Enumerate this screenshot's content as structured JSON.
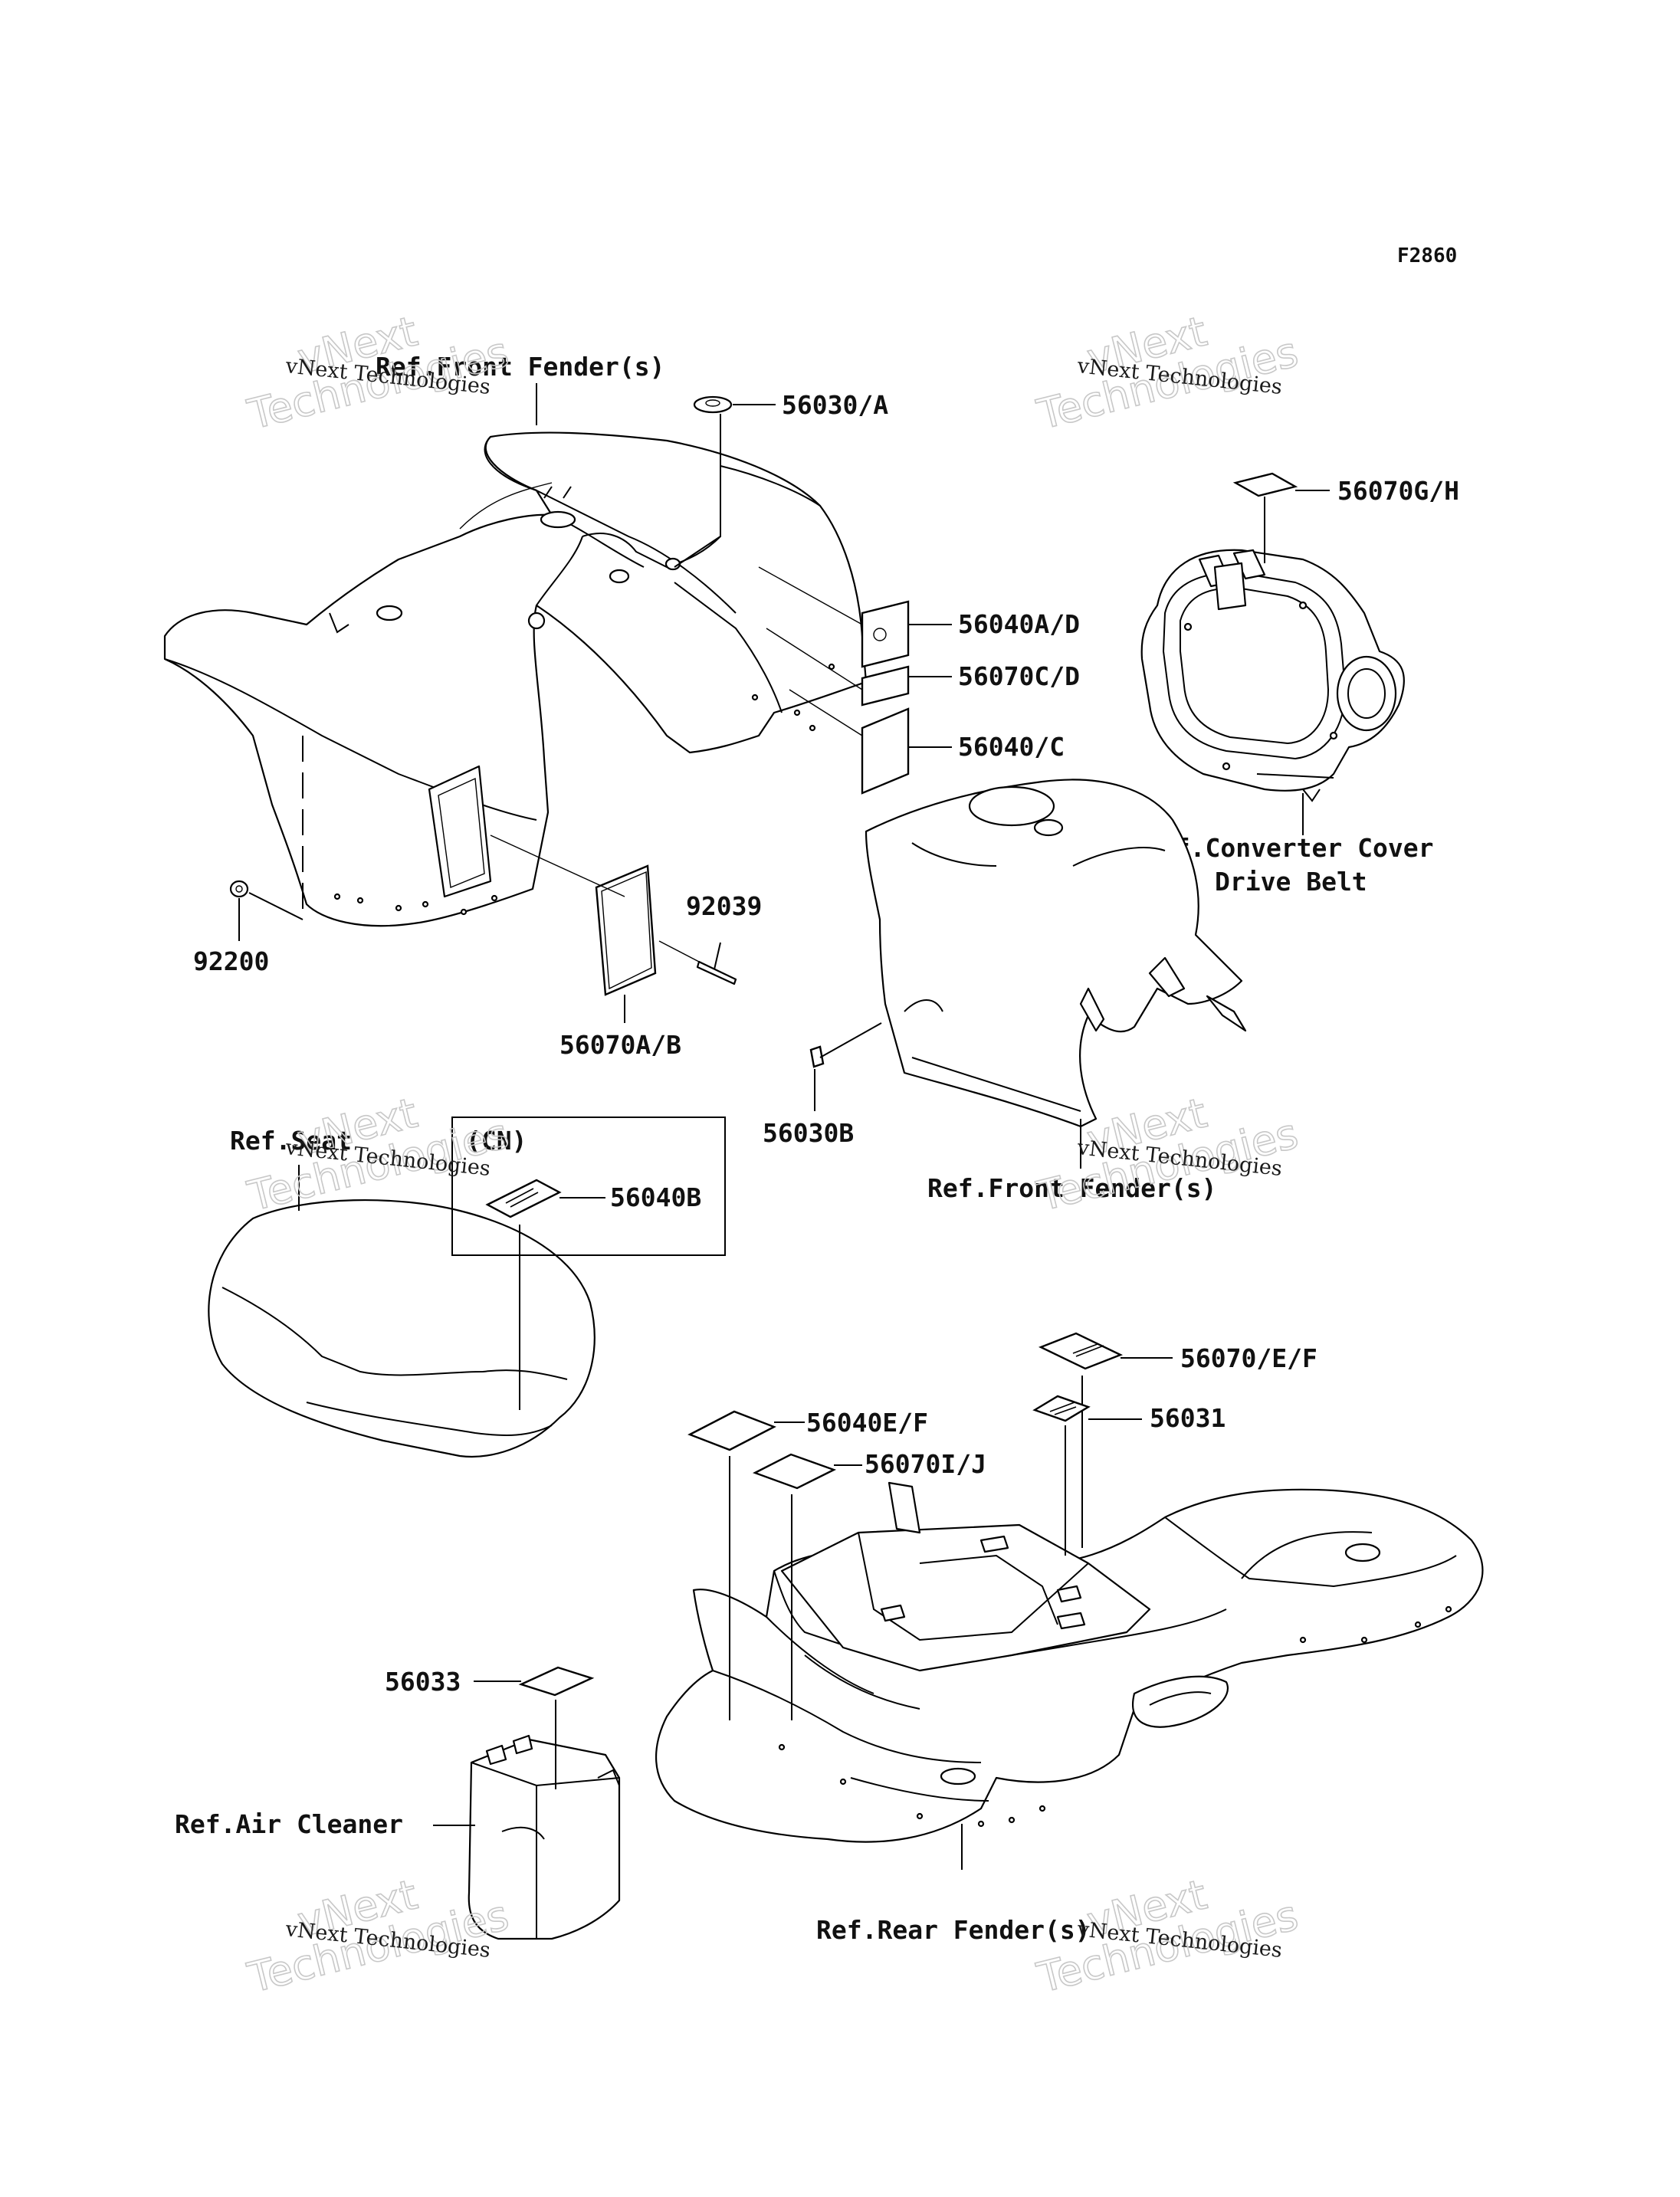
{
  "figure_id": "F2860",
  "part_numbers": {
    "p56030A": "56030/A",
    "p56070GH": "56070G/H",
    "p56040AD": "56040A/D",
    "p56070CD": "56070C/D",
    "p56040C": "56040/C",
    "p92039": "92039",
    "p92200": "92200",
    "p56070AB": "56070A/B",
    "p56030B": "56030B",
    "p56040B": "56040B",
    "p56070EF": "56070/E/F",
    "p56031": "56031",
    "p56040EF": "56040E/F",
    "p56070IJ": "56070I/J",
    "p56033": "56033"
  },
  "references": {
    "front_fender_top": "Ref.Front Fender(s)",
    "converter_cover_1": "Ref.Converter Cover",
    "converter_cover_2": "Drive Belt",
    "seat": "Ref.Seat",
    "front_fender_mid": "Ref.Front Fender(s)",
    "air_cleaner": "Ref.Air Cleaner",
    "rear_fender": "Ref.Rear Fender(s)"
  },
  "region_box_label": "(CN)",
  "watermark": {
    "line1": "vNext Technologies",
    "line2": "vNext",
    "line3": "Technologies"
  }
}
